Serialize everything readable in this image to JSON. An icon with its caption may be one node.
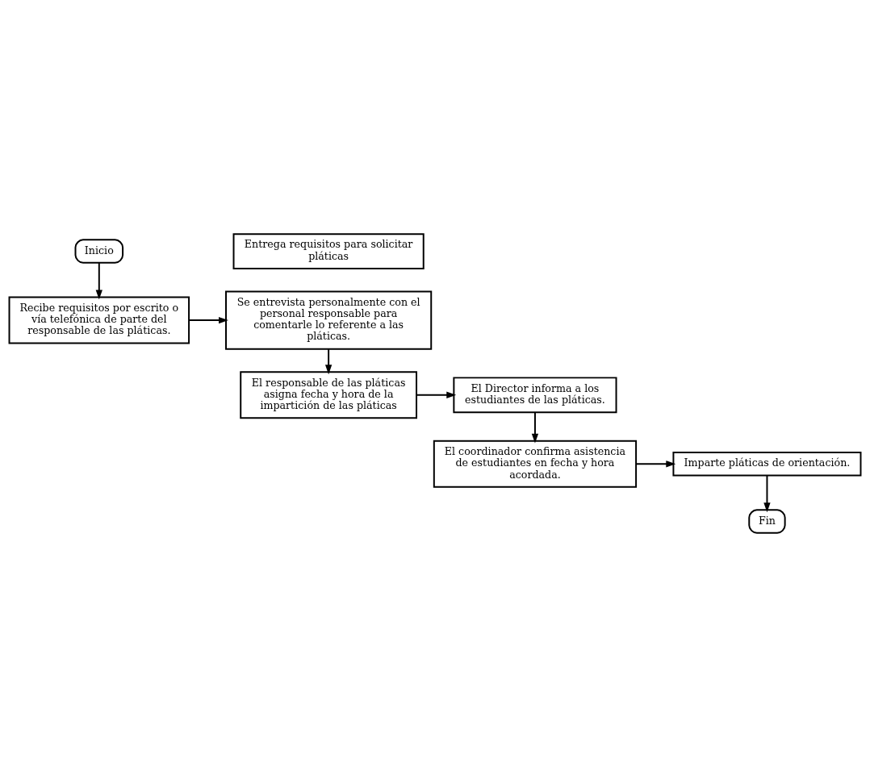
{
  "diagram": {
    "nodes": [
      {
        "text": [
          "Inicio"
        ]
      },
      {
        "text": [
          "Entrega requisitos para solicitar pláticas"
        ]
      },
      {
        "text": [
          "Recibe requisitos por escrito o vía telefónica de parte del responsable de las pláticas."
        ]
      },
      {
        "text": [
          "Se entrevista personalmente con el personal responsable para comentarle lo referente a las pláticas."
        ]
      },
      {
        "text": [
          "El Director informa a los estudiantes de las pláticas."
        ]
      },
      {
        "text": [
          "El responsable de las pláticas asigna fecha y hora de la impartición de las pláticas"
        ]
      },
      {
        "text": [
          "El coordinador confirma asistencia de estudiantes en fecha y hora acordada."
        ]
      },
      {
        "text": [
          "Imparte pláticas de orientación."
        ]
      },
      {
        "text": [
          "Fin"
        ]
      }
    ],
    "edges": [
      {
        "from": 0,
        "to": 2,
        "arrow": "to"
      },
      {
        "from": 2,
        "to": 3,
        "arrow": "to"
      },
      {
        "from": 3,
        "to": 5,
        "arrow": "to"
      },
      {
        "from": 5,
        "to": 4,
        "arrow": "to"
      },
      {
        "from": 4,
        "to": 6,
        "arrow": "to"
      },
      {
        "from": 6,
        "to": 7,
        "arrow": "to"
      },
      {
        "from": 7,
        "to": 8,
        "arrow": "to"
      }
    ]
  }
}
